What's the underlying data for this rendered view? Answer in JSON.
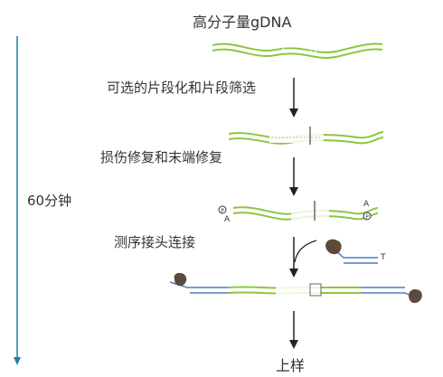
{
  "title": "高分子量gDNA",
  "steps": [
    "可选的片段化和片段筛选",
    "损伤修复和末端修复",
    "测序接头连接",
    "上样"
  ],
  "time_label": "60分钟",
  "end_labels": {
    "a_left": "A",
    "a_right": "A",
    "p": "P",
    "t": "T"
  },
  "colors": {
    "timeline": "#1b7fa6",
    "dna_green": "#8dc63f",
    "adapter_blue": "#4a7fc1",
    "motor": "#5e4a3a",
    "arrow": "#222222"
  }
}
